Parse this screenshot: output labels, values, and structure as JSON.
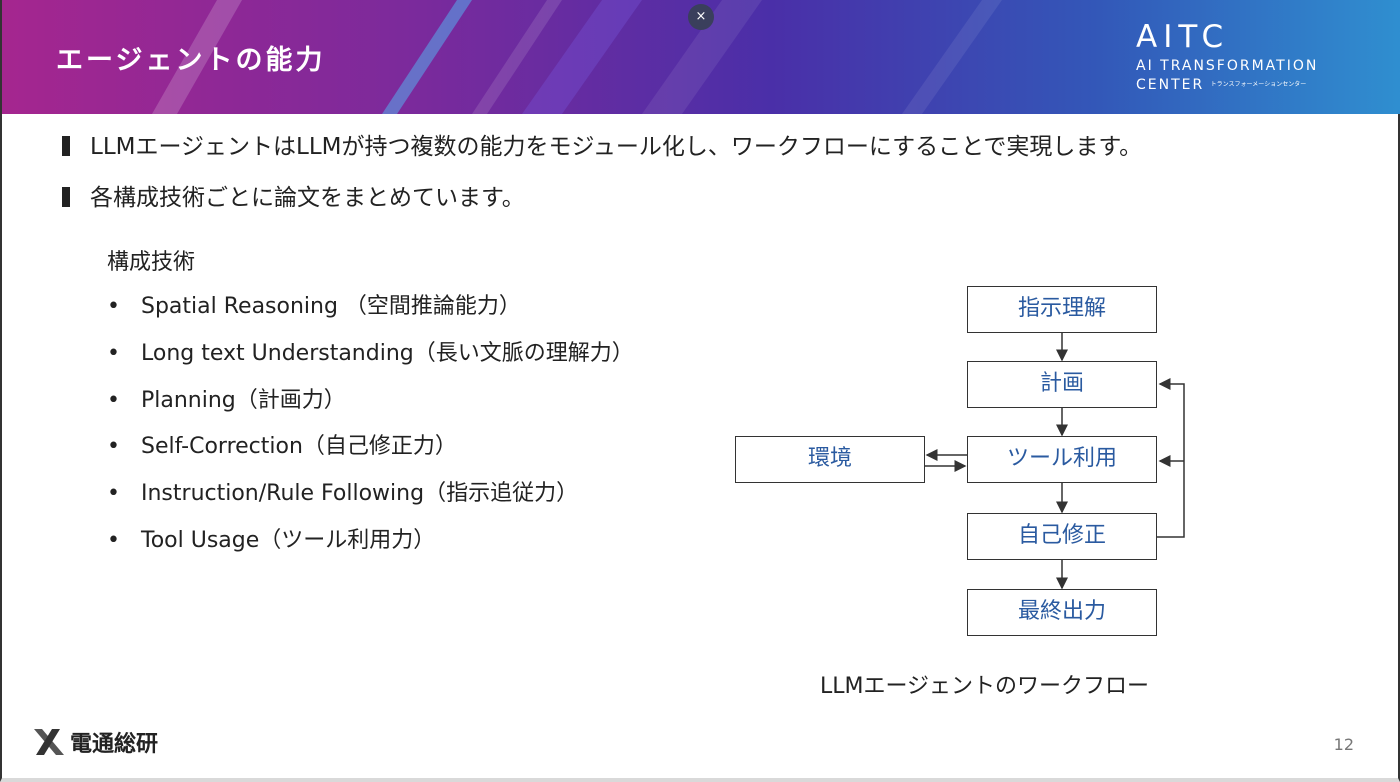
{
  "header": {
    "title": "エージェントの能力",
    "logo": {
      "main": "AITC",
      "line1": "AI TRANSFORMATION",
      "line2": "CENTER",
      "line2_small": "トランスフォーメーションセンター"
    },
    "close_label": "×"
  },
  "bullets": [
    "LLMエージェントはLLMが持つ複数の能力をモジュール化し、ワークフローにすることで実現します。",
    "各構成技術ごとに論文をまとめています。"
  ],
  "tech_section": {
    "heading": "構成技術",
    "items": [
      "Spatial Reasoning （空間推論能力）",
      "Long text Understanding（長い文脈の理解力）",
      "Planning（計画力）",
      "Self-Correction（自己修正力）",
      "Instruction/Rule Following（指示追従力）",
      "Tool Usage（ツール利用力）"
    ]
  },
  "workflow": {
    "boxes": {
      "instruction": "指示理解",
      "plan": "計画",
      "tool": "ツール利用",
      "correction": "自己修正",
      "output": "最終出力",
      "environment": "環境"
    },
    "caption": "LLMエージェントのワークフロー"
  },
  "footer": {
    "company": "電通総研",
    "page_number": "12"
  },
  "colors": {
    "flow_text": "#2a5aa0",
    "header_start": "#a5268f",
    "header_end": "#2f8fd0"
  }
}
